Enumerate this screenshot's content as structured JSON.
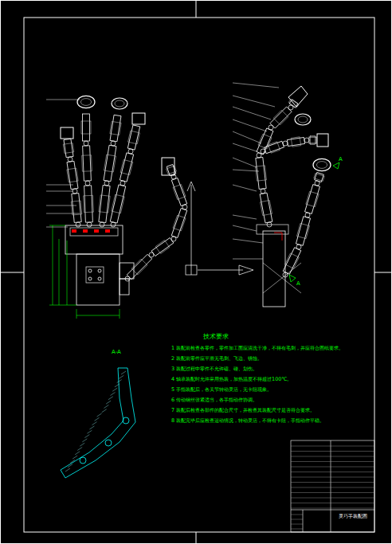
{
  "diagram": {
    "nodes": [
      {
        "text": [
          "灵巧手装配图"
        ]
      }
    ],
    "labels": [
      "技术要求",
      "1 装配前检查各零件，零件加工面应清洗干净，不得有毛刺，并应符合图纸要求。",
      "2 装配前零件应平滑无毛刺、飞边、锈蚀。",
      "3 装配过程中零件不允许磕、碰、划伤。",
      "4 轴承装配时允许采用热装，加热温度不得超过100℃。",
      "5 手指装配后，各关节转动灵活，无卡阻现象。",
      "6 传动钢丝张紧适当，各手指动作协调。",
      "7 装配后检查各部件的配合尺寸，并检查其装配尺寸是否符合要求。",
      "8 装配完毕后应检查运动情况，转动灵活，不得有卡阻，手指动作平稳。",
      "A-A",
      "A",
      "A"
    ]
  }
}
